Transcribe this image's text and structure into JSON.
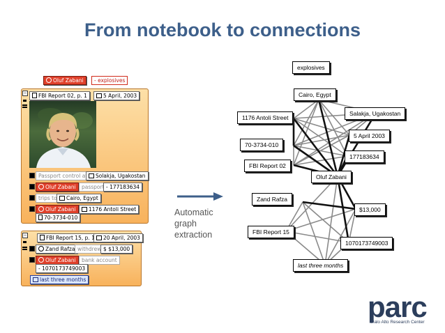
{
  "slide": {
    "title": "From notebook to connections",
    "arrow_caption": [
      "Automatic",
      "graph",
      "extraction"
    ]
  },
  "notebook": {
    "header_tags": [
      "Oluf Zabani",
      "- explosives"
    ],
    "card1": {
      "report": "FBI Report 02, p. 1",
      "date": "5 April, 2003",
      "rows": [
        [
          "Passport control at",
          "Solakja, Ugakostan"
        ],
        [
          "Oluf Zabani",
          "passport",
          "- 177183634"
        ],
        [
          "trips to",
          "Cairo, Egypt"
        ],
        [
          "Oluf Zabani",
          "1176 Antoli Street"
        ],
        [
          "70-3734-010"
        ]
      ]
    },
    "card2": {
      "report": "FBI Report 15, p. 1",
      "date": "20 April, 2003",
      "rows": [
        [
          "Zand Rafza",
          "withdrew",
          "$ $13,000"
        ],
        [
          "Oluf Zabani",
          "bank account"
        ],
        [
          "- 1070173749003"
        ],
        [
          "last three months"
        ]
      ]
    }
  },
  "graph": {
    "nodes": [
      "explosives",
      "Cairo, Egypt",
      "Salakja, Ugakostan",
      "1176 Antoli Street",
      "5 April 2003",
      "70-3734-010",
      "177183634",
      "FBI Report 02",
      "Oluf Zabani",
      "Zand Rafza",
      "$13,000",
      "FBI Report 15",
      "1070173749003",
      "last three months"
    ]
  },
  "logo": {
    "name": "parc",
    "subtitle": "Palo Alto Research Center",
    "color": "#2c3e5c"
  },
  "colors": {
    "title": "#3d5f8a",
    "arrow": "#3d5f8a",
    "accent_red": "#e0402a"
  }
}
